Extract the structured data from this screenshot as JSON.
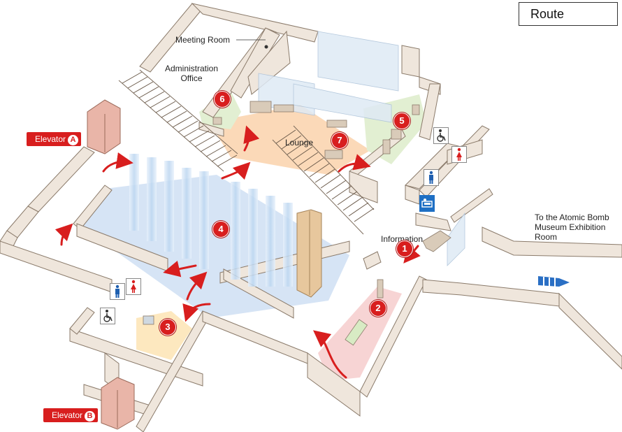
{
  "legend": {
    "route_label": "Route"
  },
  "rooms": {
    "meeting_room": "Meeting Room",
    "admin_office_line1": "Administration",
    "admin_office_line2": "Office",
    "lounge": "Lounge",
    "information": "Information",
    "exit_line1": "To the Atomic Bomb",
    "exit_line2": "Museum Exhibition",
    "exit_line3": "Room"
  },
  "elevators": [
    {
      "label": "Elevator",
      "letter": "A"
    },
    {
      "label": "Elevator",
      "letter": "B"
    }
  ],
  "stops": [
    "1",
    "2",
    "3",
    "4",
    "5",
    "6",
    "7"
  ],
  "colors": {
    "route_red": "#d81e1e",
    "wall": "#efe6dc",
    "floor_blue": "#d6e4f5",
    "floor_peach": "#fbd9b8",
    "floor_pink": "#f7d4d4",
    "floor_green": "#e2efd2",
    "elevator": "#e9b5a8",
    "exit_arrow": "#2a6fc4"
  },
  "icons": [
    "male-toilet-icon",
    "female-toilet-icon",
    "wheelchair-icon",
    "baby-changing-icon",
    "route-arrow-icon",
    "direction-arrow-icon"
  ]
}
